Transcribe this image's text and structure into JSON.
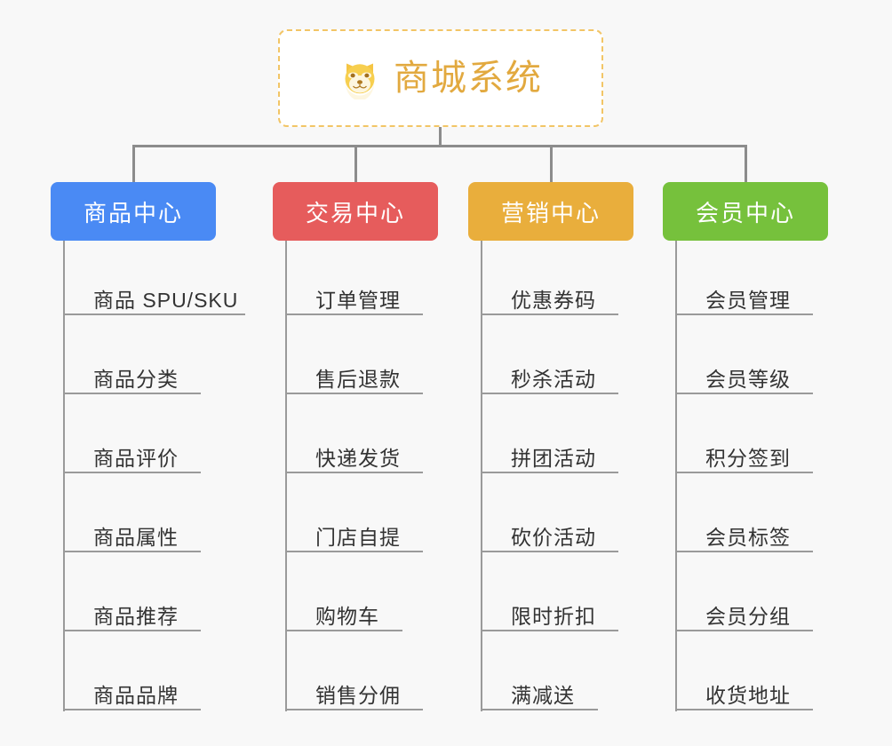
{
  "root": {
    "title": "商城系统",
    "icon": "dog-face-icon",
    "border_color": "#f2c566",
    "text_color": "#e2a93f",
    "background": "#ffffff"
  },
  "canvas": {
    "background": "#f8f8f8",
    "connector_color": "#8c8c8c",
    "leaf_line_color": "#9a9a9a"
  },
  "branches": [
    {
      "label": "商品中心",
      "color": "#4a8af4",
      "items": [
        {
          "label": "商品 SPU/SKU"
        },
        {
          "label": "商品分类"
        },
        {
          "label": "商品评价"
        },
        {
          "label": "商品属性"
        },
        {
          "label": "商品推荐"
        },
        {
          "label": "商品品牌"
        }
      ]
    },
    {
      "label": "交易中心",
      "color": "#e65c5c",
      "items": [
        {
          "label": "订单管理"
        },
        {
          "label": "售后退款"
        },
        {
          "label": "快递发货"
        },
        {
          "label": "门店自提"
        },
        {
          "label": "购物车"
        },
        {
          "label": "销售分佣"
        }
      ]
    },
    {
      "label": "营销中心",
      "color": "#e9ae3c",
      "items": [
        {
          "label": "优惠券码"
        },
        {
          "label": "秒杀活动"
        },
        {
          "label": "拼团活动"
        },
        {
          "label": "砍价活动"
        },
        {
          "label": "限时折扣"
        },
        {
          "label": "满减送"
        }
      ]
    },
    {
      "label": "会员中心",
      "color": "#76c13c",
      "items": [
        {
          "label": "会员管理"
        },
        {
          "label": "会员等级"
        },
        {
          "label": "积分签到"
        },
        {
          "label": "会员标签"
        },
        {
          "label": "会员分组"
        },
        {
          "label": "收货地址"
        }
      ]
    }
  ]
}
